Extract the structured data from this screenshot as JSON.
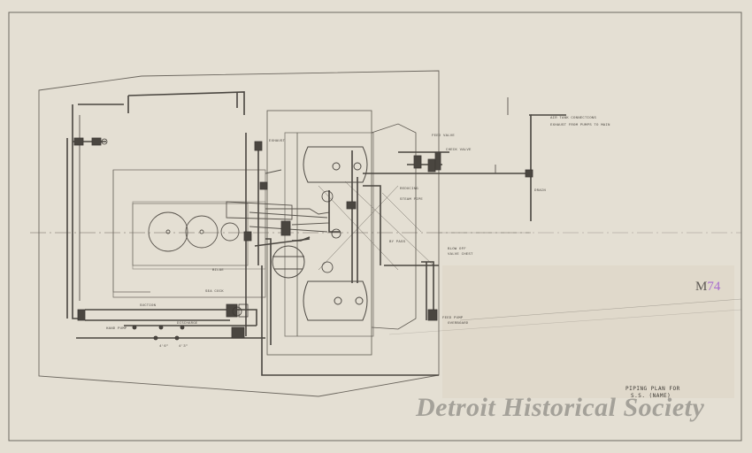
{
  "document": {
    "title_line_1": "PIPING PLAN FOR",
    "title_line_2": "S.S. (NAME)",
    "catalog_prefix": "M",
    "catalog_number": "74",
    "watermark": "Detroit Historical Society"
  },
  "annotations": {
    "upper_right_note_1": "AIR TANK CONNECTIONS",
    "upper_right_note_2": "EXHAUST FROM PUMPS TO MAIN",
    "feed_valve": "FEED VALVE",
    "check_valve": "CHECK VALVE",
    "reducing": "REDUCING",
    "steam_pipe": "STEAM PIPE",
    "by_pass": "BY PASS",
    "drain": "DRAIN",
    "blow_off": "BLOW OFF",
    "valve_chest": "VALVE CHEST",
    "feed_pump": "FEED PUMP",
    "suction": "SUCTION",
    "discharge": "DISCHARGE",
    "exhaust": "EXHAUST",
    "bilge": "BILGE",
    "sea_cock": "SEA COCK",
    "hand_pump": "HAND PUMP",
    "overboard": "OVERBOARD",
    "dim_a": "4'6\"",
    "dim_b": "4'3\""
  },
  "colors": {
    "paper": "#e4dfd3",
    "ink": "#4a4640",
    "catalog_mark": "#a76ccf",
    "watermark": "#7d7a76"
  }
}
